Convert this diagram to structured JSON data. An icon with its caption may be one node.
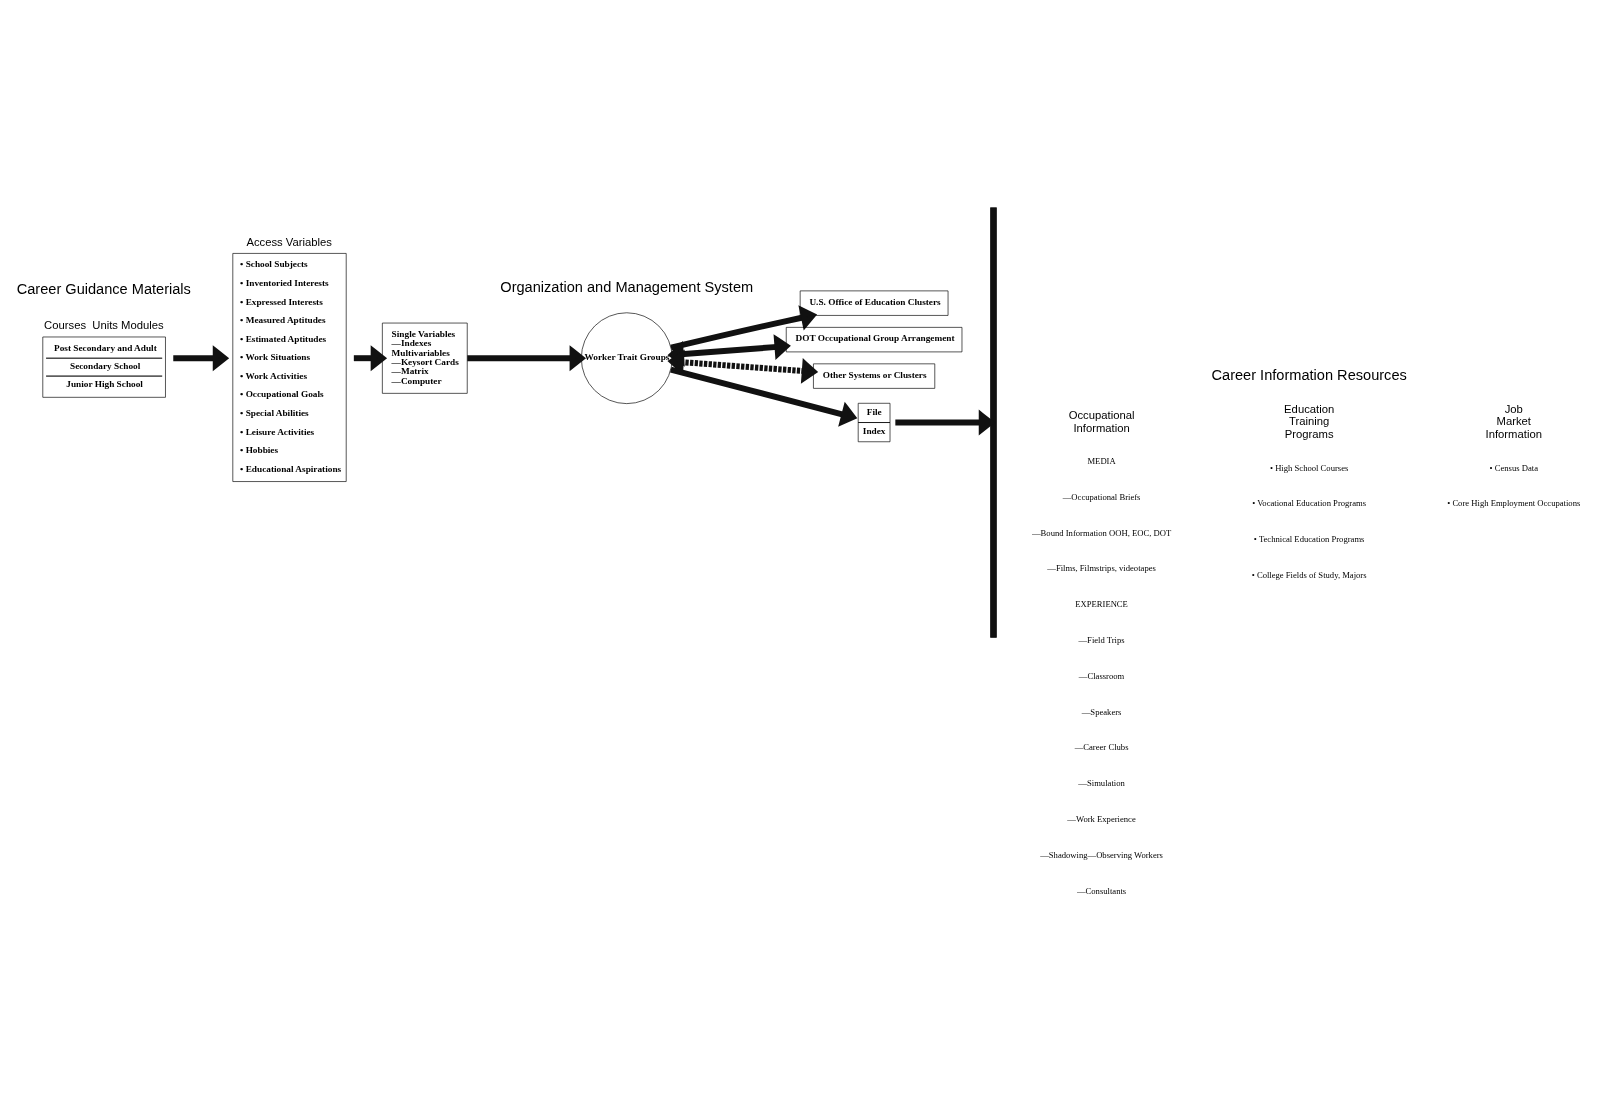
{
  "diagram": {
    "nodes": [
      {
        "text": [
          "Courses  Units Modules",
          "Post Secondary and Adult",
          "Secondary School",
          "Junior High School"
        ]
      },
      {
        "text": [
          "Access Variables",
          "• School Subjects",
          "• Inventoried Interests",
          "• Expressed Interests",
          "• Measured Aptitudes",
          "• Estimated Aptitudes",
          "• Work Situations",
          "• Work Activities",
          "• Occupational Goals",
          "• Special Abilities",
          "• Leisure Activities",
          "• Hobbies",
          "• Educational Aspirations"
        ]
      },
      {
        "text": [
          "Single Variables",
          "—Indexes",
          "Multivariables",
          "—Keysort Cards",
          "—Matrix",
          "—Computer"
        ]
      },
      {
        "text": [
          "Worker Trait Groups"
        ]
      },
      {
        "text": [
          "U.S. Office of Education Clusters"
        ]
      },
      {
        "text": [
          "DOT Occupational Group Arrangement"
        ]
      },
      {
        "text": [
          "Other Systems or Clusters"
        ]
      },
      {
        "text": [
          "File",
          "Index"
        ]
      },
      {
        "text": [],
        "shape": "bar"
      }
    ],
    "edges": [
      {
        "from": 0,
        "to": 1,
        "arrow": "to"
      },
      {
        "from": 1,
        "to": 2,
        "arrow": "to"
      },
      {
        "from": 2,
        "to": 3,
        "arrow": "to"
      },
      {
        "from": 3,
        "to": 4,
        "arrow": "to"
      },
      {
        "from": 3,
        "to": 5,
        "arrow": "both"
      },
      {
        "from": 3,
        "to": 6,
        "arrow": "both",
        "style": "dashed"
      },
      {
        "from": 3,
        "to": 7,
        "arrow": "to"
      },
      {
        "from": 7,
        "to": 8,
        "arrow": "to"
      }
    ],
    "labels": [
      "Career Guidance Materials",
      "Organization and Management System",
      "Career Information Resources",
      "Occupational Information",
      "Education Training Programs",
      "Job Market Information",
      "MEDIA",
      "—Occupational Briefs",
      "—Bound Information OOH, EOC, DOT",
      "—Films, Filmstrips, videotapes",
      "EXPERIENCE",
      "—Field Trips",
      "—Classroom",
      "—Speakers",
      "—Career Clubs",
      "—Simulation",
      "—Work Experience",
      "—Shadowing—Observing Workers",
      "—Consultants",
      "• High School Courses",
      "• Vocational Education Programs",
      "• Technical Education Programs",
      "• College Fields of Study, Majors",
      "• Census Data",
      "• Core High Employment Occupations"
    ]
  }
}
